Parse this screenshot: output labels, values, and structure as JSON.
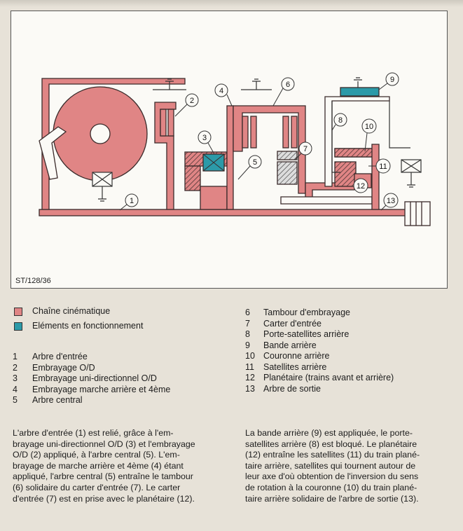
{
  "figure": {
    "ref": "ST/128/36",
    "callouts": [
      "1",
      "2",
      "3",
      "4",
      "5",
      "6",
      "7",
      "8",
      "9",
      "10",
      "11",
      "12",
      "13"
    ]
  },
  "colors": {
    "chain": "#e08585",
    "active": "#2c9aa8",
    "line": "#3a2b2b",
    "frame": "#444444"
  },
  "legend": {
    "chain_label": "Chaîne cinématique",
    "active_label": "Eléments en fonctionnement"
  },
  "components_left": [
    {
      "num": "1",
      "label": "Arbre d'entrée"
    },
    {
      "num": "2",
      "label": "Embrayage O/D"
    },
    {
      "num": "3",
      "label": "Embrayage uni-directionnel O/D"
    },
    {
      "num": "4",
      "label": "Embrayage marche arrière et 4ème"
    },
    {
      "num": "5",
      "label": "Arbre central"
    }
  ],
  "components_right": [
    {
      "num": "6",
      "label": "Tambour d'embrayage"
    },
    {
      "num": "7",
      "label": "Carter d'entrée"
    },
    {
      "num": "8",
      "label": "Porte-satellites arrière"
    },
    {
      "num": "9",
      "label": "Bande arrière"
    },
    {
      "num": "10",
      "label": "Couronne arrière"
    },
    {
      "num": "11",
      "label": "Satellites arrière"
    },
    {
      "num": "12",
      "label": "Planétaire (trains avant et arrière)"
    },
    {
      "num": "13",
      "label": "Arbre de sortie"
    }
  ],
  "text_left": [
    "L'arbre d'entrée (1) est relié, grâce à l'em-",
    "brayage uni-directionnel O/D (3) et l'embrayage",
    "O/D (2) appliqué, à l'arbre central (5). L'em-",
    "brayage de marche arrière et 4ème (4) étant",
    "appliqué, l'arbre central (5) entraîne le tambour",
    "(6) solidaire du carter d'entrée (7). Le carter",
    "d'entrée (7) est en prise avec le planétaire (12)."
  ],
  "text_right": [
    "La bande arrière (9) est appliquée, le porte-",
    "satellites arrière (8) est bloqué. Le planétaire",
    "(12) entraîne les satellites (11) du train plané-",
    "taire arrière, satellites qui tournent autour de",
    "leur axe d'où obtention de l'inversion du sens",
    "de rotation à la couronne (10) du train plané-",
    "taire arrière solidaire de l'arbre de sortie (13)."
  ]
}
